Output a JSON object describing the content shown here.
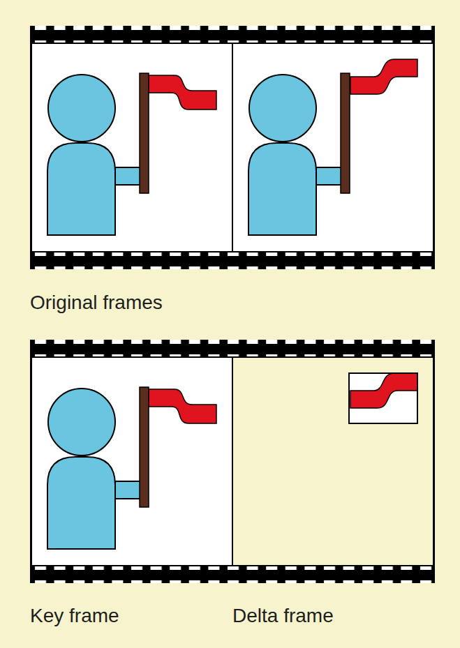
{
  "diagram": {
    "labels": [
      "Original frames",
      "Key frame",
      "Delta frame"
    ]
  }
}
